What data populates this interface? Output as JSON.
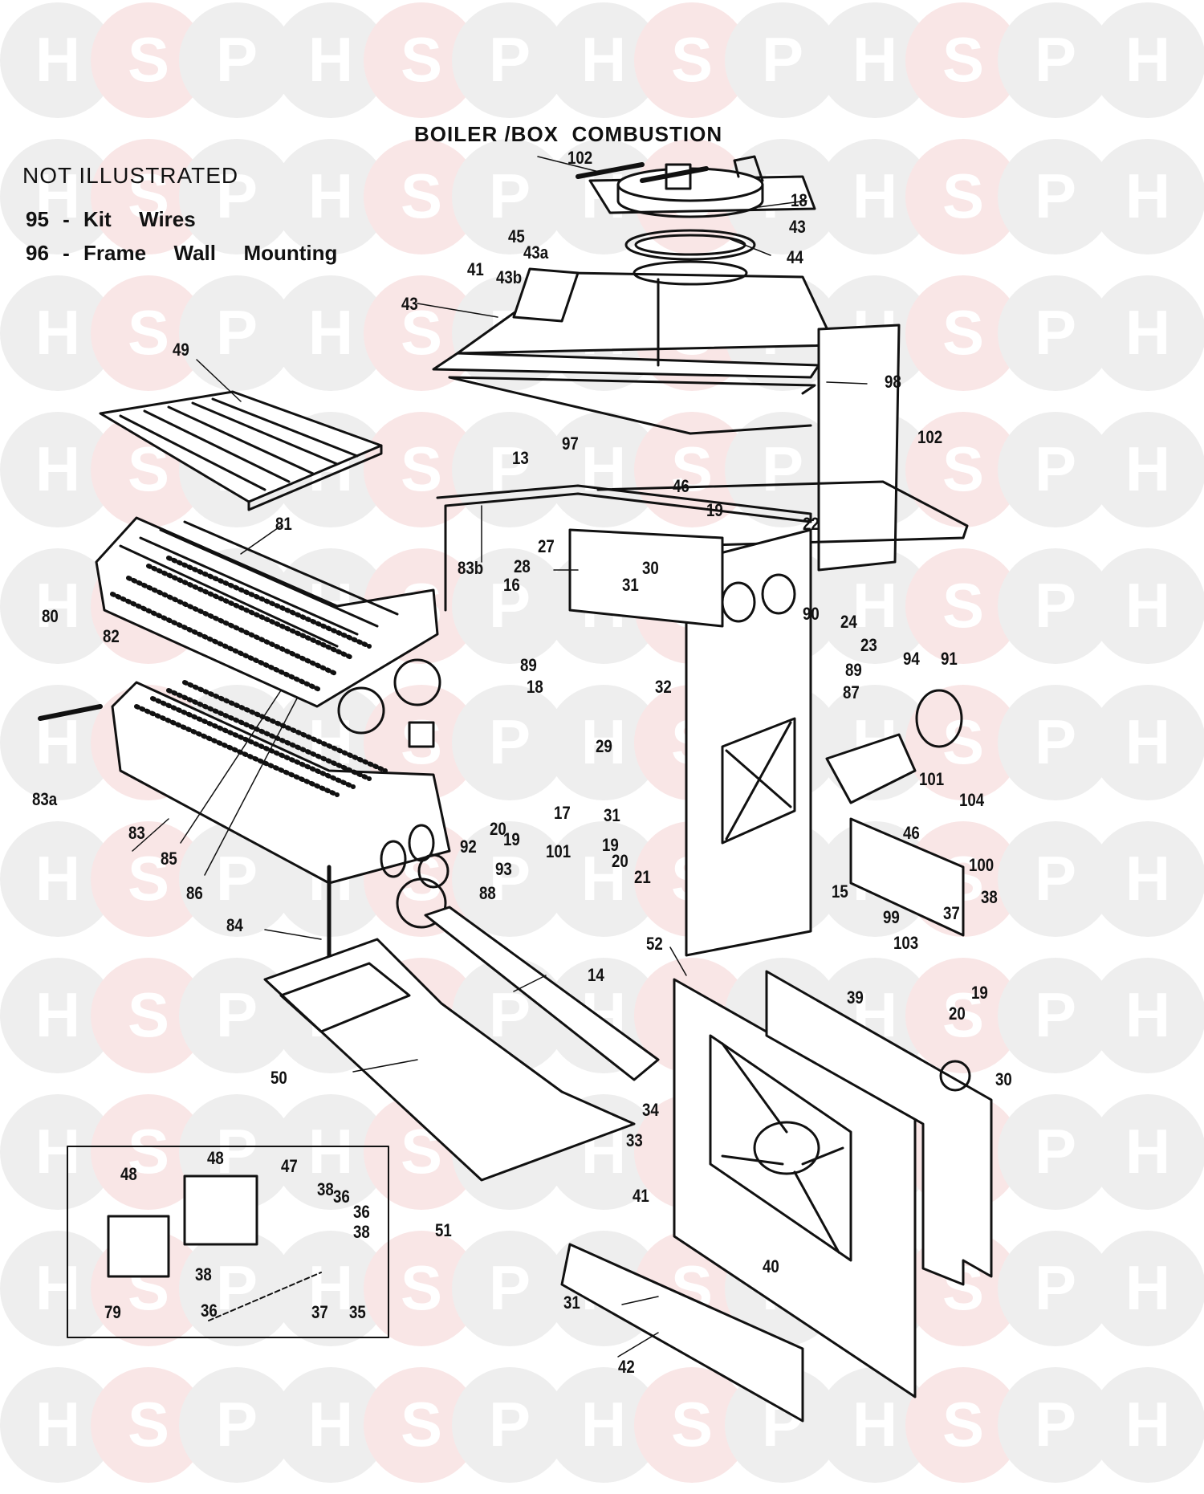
{
  "diagram": {
    "title": "BOILER /BOX  COMBUSTION",
    "not_illustrated": {
      "heading": "NOT  ILLUSTRATED",
      "items": [
        {
          "number": "95",
          "text": "95 - Kit  Wires"
        },
        {
          "number": "96",
          "text": "96 - Frame  Wall  Mounting"
        }
      ]
    },
    "watermark": {
      "letters": [
        "H",
        "S",
        "P"
      ],
      "colors": {
        "grey": "#eeeeee",
        "pink": "#f9e6e6",
        "letter": "#ffffff"
      }
    },
    "part_labels": [
      {
        "id": "102-top",
        "text": "102"
      },
      {
        "id": "18-top",
        "text": "18"
      },
      {
        "id": "43-top-right",
        "text": "43"
      },
      {
        "id": "45",
        "text": "45"
      },
      {
        "id": "44",
        "text": "44"
      },
      {
        "id": "43a",
        "text": "43a"
      },
      {
        "id": "41-top",
        "text": "41"
      },
      {
        "id": "43b",
        "text": "43b"
      },
      {
        "id": "43",
        "text": "43"
      },
      {
        "id": "49",
        "text": "49"
      },
      {
        "id": "98",
        "text": "98"
      },
      {
        "id": "97",
        "text": "97"
      },
      {
        "id": "102-mid",
        "text": "102"
      },
      {
        "id": "13",
        "text": "13"
      },
      {
        "id": "46-top",
        "text": "46"
      },
      {
        "id": "19-top",
        "text": "19"
      },
      {
        "id": "22",
        "text": "22"
      },
      {
        "id": "81",
        "text": "81"
      },
      {
        "id": "27",
        "text": "27"
      },
      {
        "id": "83b",
        "text": "83b"
      },
      {
        "id": "28",
        "text": "28"
      },
      {
        "id": "16",
        "text": "16"
      },
      {
        "id": "31-mid",
        "text": "31"
      },
      {
        "id": "30-mid",
        "text": "30"
      },
      {
        "id": "24",
        "text": "24"
      },
      {
        "id": "23",
        "text": "23"
      },
      {
        "id": "80",
        "text": "80"
      },
      {
        "id": "82",
        "text": "82"
      },
      {
        "id": "90",
        "text": "90"
      },
      {
        "id": "89-left",
        "text": "89"
      },
      {
        "id": "89-right",
        "text": "89"
      },
      {
        "id": "94",
        "text": "94"
      },
      {
        "id": "91",
        "text": "91"
      },
      {
        "id": "87",
        "text": "87"
      },
      {
        "id": "18-mid",
        "text": "18"
      },
      {
        "id": "32",
        "text": "32"
      },
      {
        "id": "83a",
        "text": "83a"
      },
      {
        "id": "29",
        "text": "29"
      },
      {
        "id": "101-right",
        "text": "101"
      },
      {
        "id": "104",
        "text": "104"
      },
      {
        "id": "83",
        "text": "83"
      },
      {
        "id": "92",
        "text": "92"
      },
      {
        "id": "20-mid",
        "text": "20"
      },
      {
        "id": "17",
        "text": "17"
      },
      {
        "id": "31-low",
        "text": "31"
      },
      {
        "id": "19-mid",
        "text": "19"
      },
      {
        "id": "101-mid",
        "text": "101"
      },
      {
        "id": "19-low",
        "text": "19"
      },
      {
        "id": "46-right",
        "text": "46"
      },
      {
        "id": "100",
        "text": "100"
      },
      {
        "id": "85",
        "text": "85"
      },
      {
        "id": "20-low",
        "text": "20"
      },
      {
        "id": "21",
        "text": "21"
      },
      {
        "id": "15",
        "text": "15"
      },
      {
        "id": "38-right",
        "text": "38"
      },
      {
        "id": "86",
        "text": "86"
      },
      {
        "id": "93",
        "text": "93"
      },
      {
        "id": "88",
        "text": "88"
      },
      {
        "id": "99",
        "text": "99"
      },
      {
        "id": "37-right",
        "text": "37"
      },
      {
        "id": "84",
        "text": "84"
      },
      {
        "id": "103",
        "text": "103"
      },
      {
        "id": "52",
        "text": "52"
      },
      {
        "id": "14",
        "text": "14"
      },
      {
        "id": "39",
        "text": "39"
      },
      {
        "id": "19-right",
        "text": "19"
      },
      {
        "id": "20-right",
        "text": "20"
      },
      {
        "id": "50",
        "text": "50"
      },
      {
        "id": "30-right",
        "text": "30"
      },
      {
        "id": "34",
        "text": "34"
      },
      {
        "id": "33",
        "text": "33"
      },
      {
        "id": "48-a",
        "text": "48"
      },
      {
        "id": "47",
        "text": "47"
      },
      {
        "id": "48-b",
        "text": "48"
      },
      {
        "id": "38-inset-a",
        "text": "38"
      },
      {
        "id": "36-inset-a",
        "text": "36"
      },
      {
        "id": "36-inset-b",
        "text": "36"
      },
      {
        "id": "38-inset-b",
        "text": "38"
      },
      {
        "id": "41-low",
        "text": "41"
      },
      {
        "id": "51",
        "text": "51"
      },
      {
        "id": "38-inset-c",
        "text": "38"
      },
      {
        "id": "40",
        "text": "40"
      },
      {
        "id": "79",
        "text": "79"
      },
      {
        "id": "36-inset-c",
        "text": "36"
      },
      {
        "id": "37-inset",
        "text": "37"
      },
      {
        "id": "35",
        "text": "35"
      },
      {
        "id": "31-bottom",
        "text": "31"
      },
      {
        "id": "42",
        "text": "42"
      }
    ]
  }
}
